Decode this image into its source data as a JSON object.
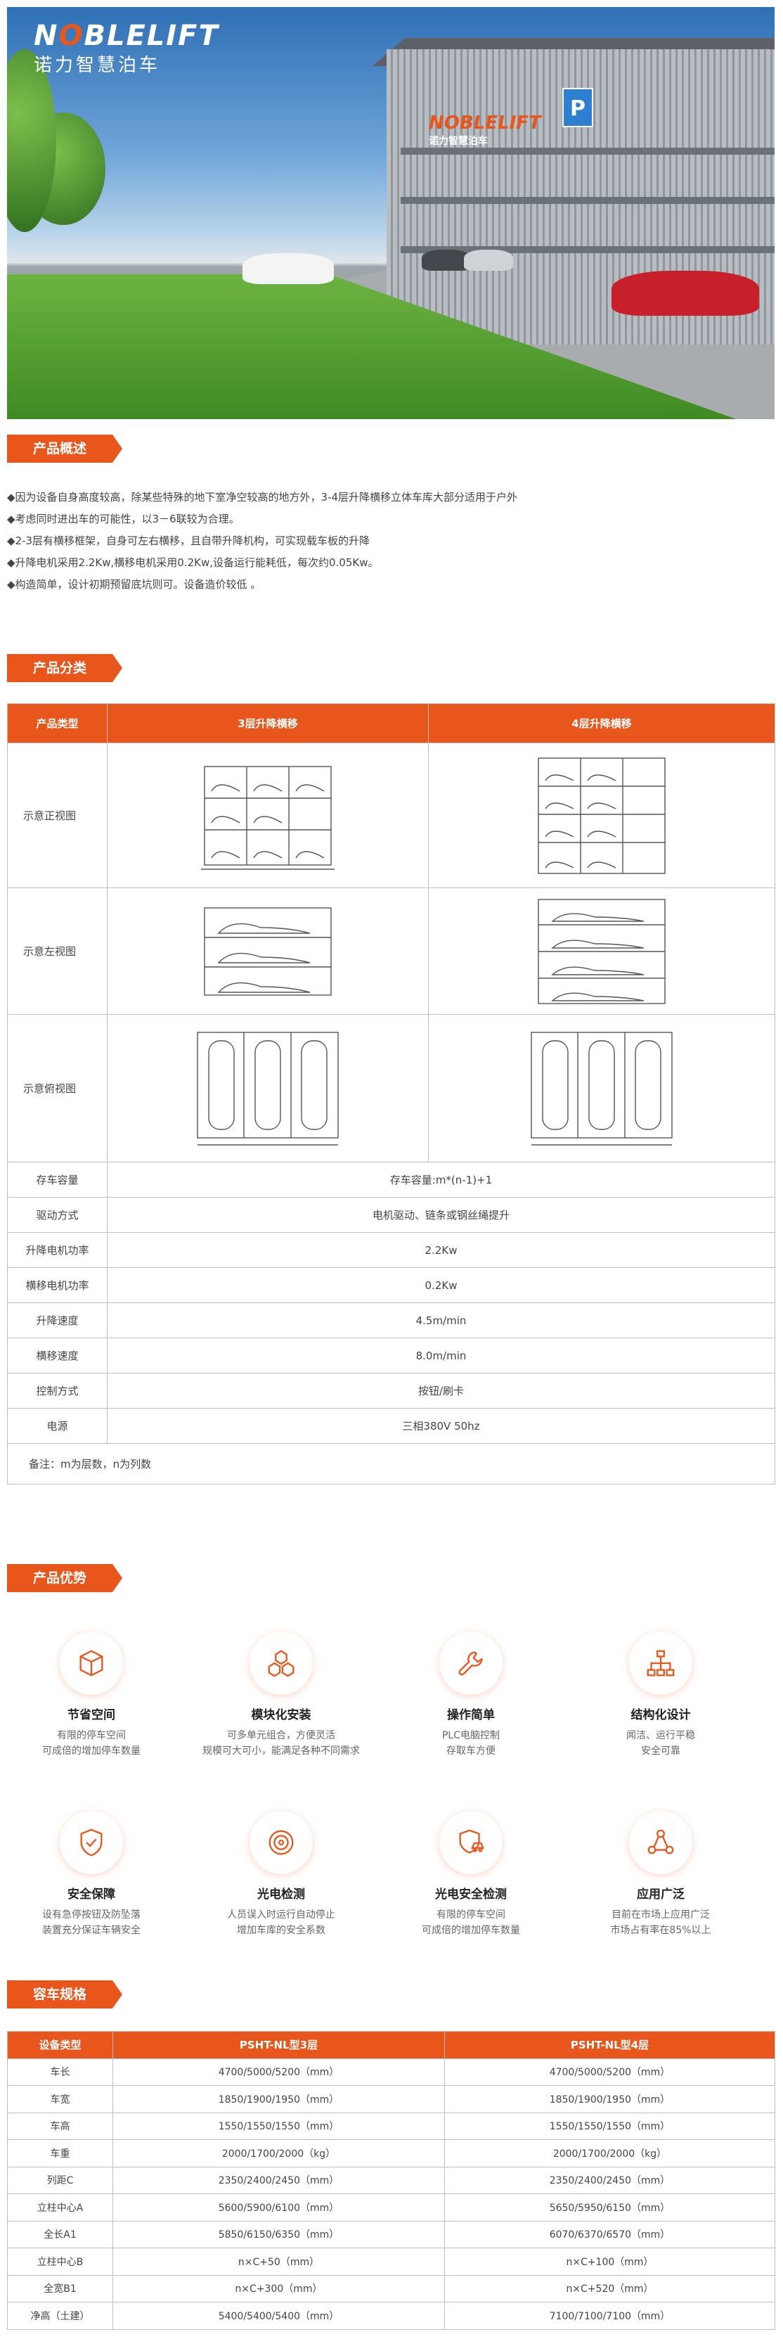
{
  "hero": {
    "brand_en_pre": "N",
    "brand_en_o": "O",
    "brand_en_post": "BLELIFT",
    "brand_cn": "诺力智慧泊车",
    "sign_en": "NOBLELIFT",
    "sign_cn": "诺力智慧泊车",
    "parking_letter": "P"
  },
  "sections": {
    "overview": "产品概述",
    "classification": "产品分类",
    "advantages": "产品优势",
    "specs": "容车规格"
  },
  "overview": {
    "items": [
      "◆因为设备自身高度较高，除某些特殊的地下室净空较高的地方外，3-4层升降横移立体车库大部分适用于户外",
      "◆考虑同时进出车的可能性，以3－6联较为合理。",
      "◆2-3层有横移框架，自身可左右横移，且自带升降机构，可实现载车板的升降",
      "◆升降电机采用2.2Kw,横移电机采用0.2Kw,设备运行能耗低，每次约0.05Kw。",
      "◆构造简单，设计初期预留底坑则可。设备造价较低 。"
    ]
  },
  "classification": {
    "headers": [
      "产品类型",
      "3层升降横移",
      "4层升降横移"
    ],
    "views": [
      "示意正视图",
      "示意左视图",
      "示意俯视图"
    ],
    "rows": [
      {
        "label": "存车容量",
        "value": "存车容量:m*(n-1)+1"
      },
      {
        "label": "驱动方式",
        "value": "电机驱动、链条或钢丝绳提升"
      },
      {
        "label": "升降电机功率",
        "value": "2.2Kw"
      },
      {
        "label": "横移电机功率",
        "value": "0.2Kw"
      },
      {
        "label": "升降速度",
        "value": "4.5m/min"
      },
      {
        "label": "横移速度",
        "value": "8.0m/min"
      },
      {
        "label": "控制方式",
        "value": "按钮/刷卡"
      },
      {
        "label": "电源",
        "value": "三相380V 50hz"
      }
    ],
    "note": "备注：m为层数，n为列数"
  },
  "advantages": [
    {
      "name": "节省空间",
      "desc1": "有限的停车空间",
      "desc2": "可成倍的增加停车数量",
      "icon": "cube-icon"
    },
    {
      "name": "模块化安装",
      "desc1": "可多单元组合，方便灵活",
      "desc2": "规模可大可小，能满足各种不同需求",
      "icon": "modules-icon"
    },
    {
      "name": "操作简单",
      "desc1": "PLC电脑控制",
      "desc2": "存取车方便",
      "icon": "wrench-icon"
    },
    {
      "name": "结构化设计",
      "desc1": "闻洁、运行平稳",
      "desc2": "安全可靠",
      "icon": "structure-icon"
    },
    {
      "name": "安全保障",
      "desc1": "设有急停按钮及防坠落",
      "desc2": "装置充分保证车辆安全",
      "icon": "shield-icon"
    },
    {
      "name": "光电检测",
      "desc1": "人员误入时运行自动停止",
      "desc2": "增加车库的安全系数",
      "icon": "sensor-icon"
    },
    {
      "name": "光电安全检测",
      "desc1": "有限的停车空间",
      "desc2": "可成倍的增加停车数量",
      "icon": "car-shield-icon"
    },
    {
      "name": "应用广泛",
      "desc1": "目前在市场上应用广泛",
      "desc2": "市场占有率在85%以上",
      "icon": "network-icon"
    }
  ],
  "specs": {
    "headers": [
      "设备类型",
      "PSHT-NL型3层",
      "PSHT-NL型4层"
    ],
    "rows": [
      [
        "车长",
        "4700/5000/5200（mm）",
        "4700/5000/5200（mm）"
      ],
      [
        "车宽",
        "1850/1900/1950（mm）",
        "1850/1900/1950（mm）"
      ],
      [
        "车高",
        "1550/1550/1550（mm）",
        "1550/1550/1550（mm）"
      ],
      [
        "车重",
        "2000/1700/2000（kg）",
        "2000/1700/2000（kg）"
      ],
      [
        "列距C",
        "2350/2400/2450（mm）",
        "2350/2400/2450（mm）"
      ],
      [
        "立柱中心A",
        "5600/5900/6100（mm）",
        "5650/5950/6150（mm）"
      ],
      [
        "全长A1",
        "5850/6150/6350（mm）",
        "6070/6370/6570（mm）"
      ],
      [
        "立柱中心B",
        "n×C+50（mm）",
        "n×C+100（mm）"
      ],
      [
        "全宽B1",
        "n×C+300（mm）",
        "n×C+520（mm）"
      ],
      [
        "净高（土建）",
        "5400/5400/5400（mm）",
        "7100/7100/7100（mm）"
      ]
    ]
  },
  "colors": {
    "accent": "#e8561c"
  }
}
